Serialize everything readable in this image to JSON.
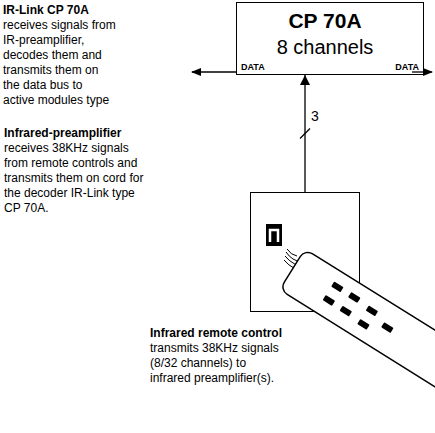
{
  "diagram": {
    "nodes": [
      {
        "text": [
          "CP 70A",
          "8 channels",
          "DATA",
          "DATA"
        ]
      },
      {
        "text": [
          "Infrared-preamplifier",
          "receives 38KHz signals from remote controls and transmits them on cord for the decoder IR-Link type CP 70A."
        ]
      }
    ],
    "edges": [
      {
        "from": 1,
        "to": 0,
        "arrow": "to",
        "label": "3"
      }
    ],
    "labels": [
      "IR-Link CP 70A",
      "receives signals from IR-preamplifier, decodes them and transmits them on the data bus to active modules type",
      "Infrared remote control",
      "transmits 38KHz signals (8/32 channels) to infrared preamplifier(s)."
    ]
  }
}
